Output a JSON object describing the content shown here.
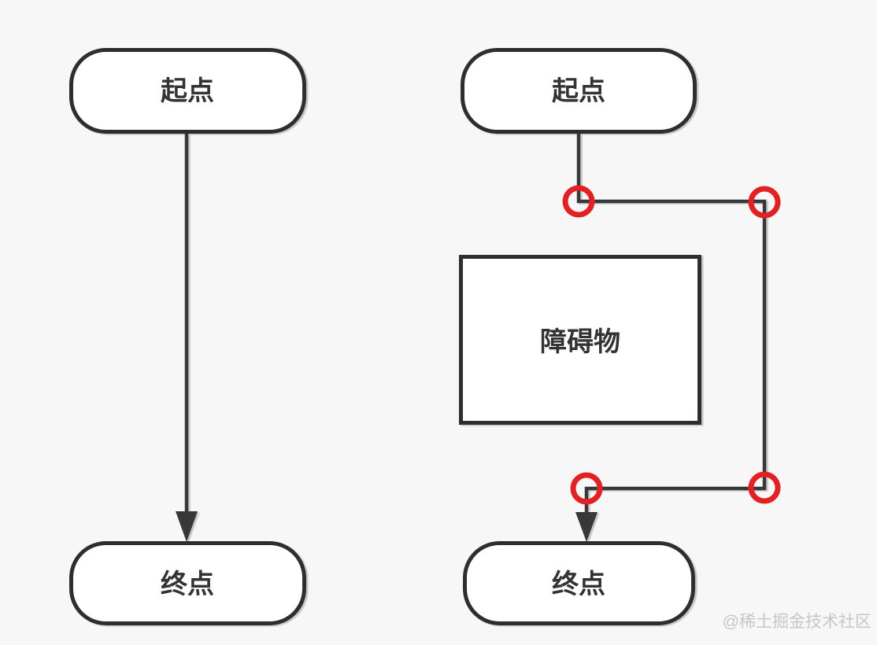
{
  "page": {
    "watermark": "@稀土掘金技术社区"
  },
  "colors": {
    "background": "#f7f7f7",
    "node_fill": "#ffffff",
    "node_stroke": "#2e2e2e",
    "edge_stroke": "#383838",
    "waypoint_ring": "#e22222",
    "watermark_text": "#c7c7c7"
  },
  "left_flow": {
    "start_label": "起点",
    "end_label": "终点"
  },
  "right_flow": {
    "start_label": "起点",
    "end_label": "终点",
    "obstacle_label": "障碍物",
    "waypoint_count": 4
  }
}
